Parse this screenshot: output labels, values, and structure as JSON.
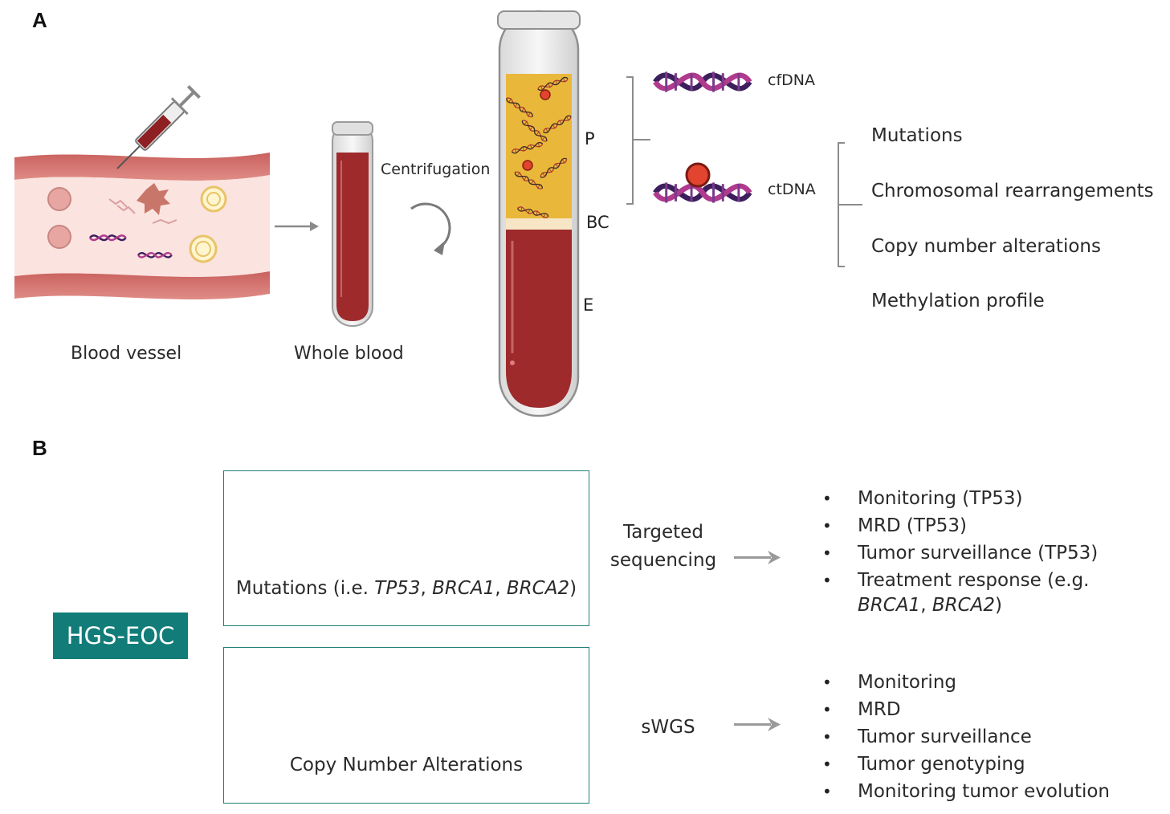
{
  "panel_a": {
    "letter": "A",
    "blood_vessel_label": "Blood vessel",
    "whole_blood_label": "Whole blood",
    "centrifugation_label": "Centrifugation",
    "tube_layers": {
      "plasma": "P",
      "buffy_coat": "BC",
      "erythrocytes": "E"
    },
    "analytes": [
      "cfDNA",
      "ctDNA"
    ],
    "alterations": [
      "Mutations",
      "Chromosomal rearrangements",
      "Copy number alterations",
      "Methylation profile"
    ]
  },
  "panel_b": {
    "letter": "B",
    "disease_label": "HGS-EOC",
    "mutation_box": {
      "caption_prefix": "Mutations (i.e. ",
      "genes": [
        "TP53",
        "BRCA1",
        "BRCA2"
      ],
      "separator": ", ",
      "caption_suffix": ")"
    },
    "cna_box": {
      "caption": "Copy Number Alterations"
    },
    "method_1": [
      "Targeted",
      "sequencing"
    ],
    "method_2": "sWGS",
    "applications_1": [
      "Monitoring (TP53)",
      "MRD (TP53)",
      "Tumor surveillance (TP53)",
      "Treatment response (e.g."
    ],
    "applications_1_cont": {
      "gene_a": "BRCA1",
      "sep": ", ",
      "gene_b": "BRCA2",
      "close": ")"
    },
    "applications_2": [
      "Monitoring",
      "MRD",
      "Tumor surveillance",
      "Tumor genotyping",
      "Monitoring tumor evolution"
    ]
  },
  "colors": {
    "teal": "#127c78",
    "box_border": "#1f8077",
    "blood_red": "#9e2a2b",
    "plasma_yellow": "#e9b83a",
    "dna_purple": "#3c1f5c",
    "dna_magenta": "#b03a8e",
    "mutation_star": "#e8336e",
    "arrow_gray": "#9a9a9a"
  }
}
